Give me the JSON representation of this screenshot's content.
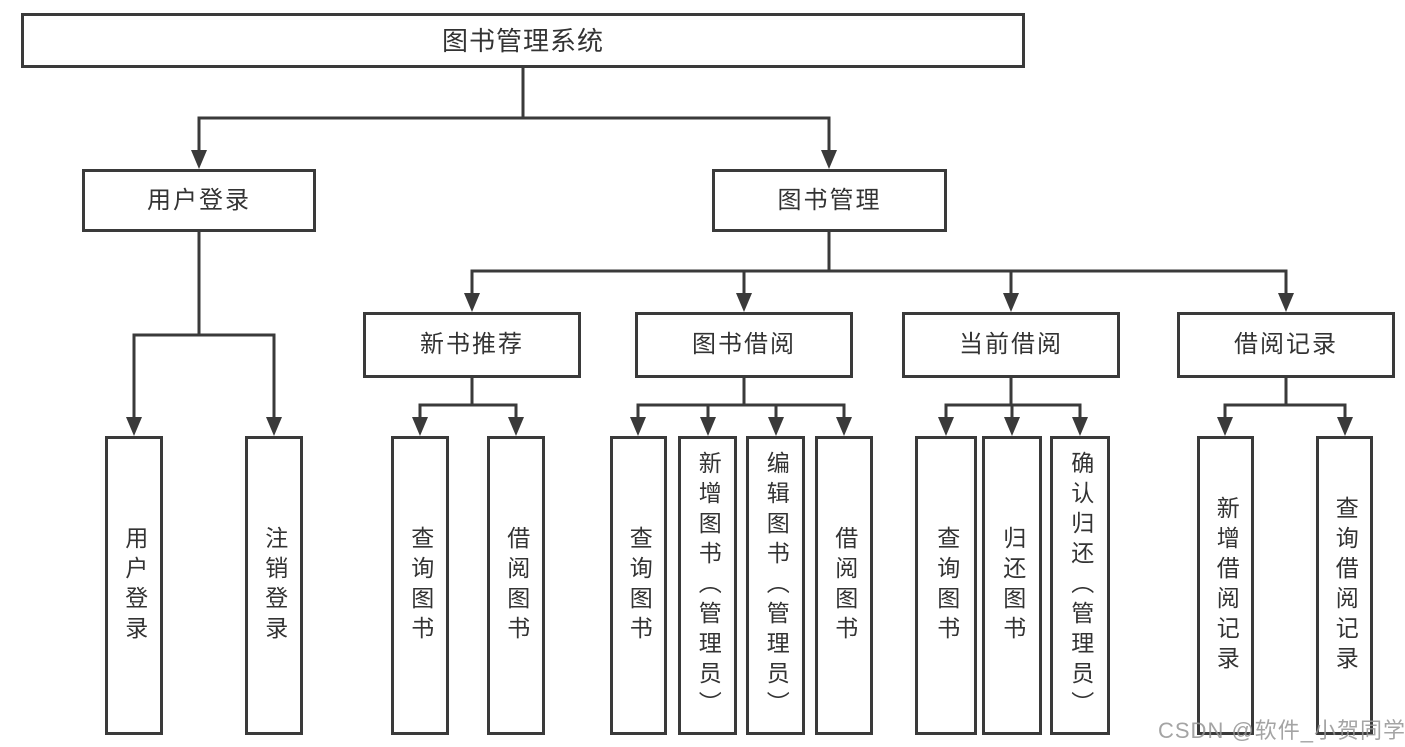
{
  "diagram": {
    "title": "图书管理系统",
    "level2": {
      "user_login": "用户登录",
      "book_management": "图书管理"
    },
    "level3": {
      "new_book_recommend": "新书推荐",
      "book_borrow": "图书借阅",
      "current_borrow": "当前借阅",
      "borrow_record": "借阅记录"
    },
    "leaves": {
      "user_login": "用户登录",
      "logout": "注销登录",
      "nb_query_book": "查询图书",
      "nb_borrow_book": "借阅图书",
      "bb_query_book": "查询图书",
      "bb_add_book": "新增图书（管理员）",
      "bb_edit_book": "编辑图书（管理员）",
      "bb_borrow_book": "借阅图书",
      "cb_query_book": "查询图书",
      "cb_return_book": "归还图书",
      "cb_confirm_return": "确认归还（管理员）",
      "br_add_record": "新增借阅记录",
      "br_query_record": "查询借阅记录"
    }
  },
  "watermark": "CSDN @软件_小贺同学",
  "colors": {
    "line": "#3a3a3a",
    "text": "#333333",
    "background": "#ffffff",
    "watermark": "#949494"
  }
}
